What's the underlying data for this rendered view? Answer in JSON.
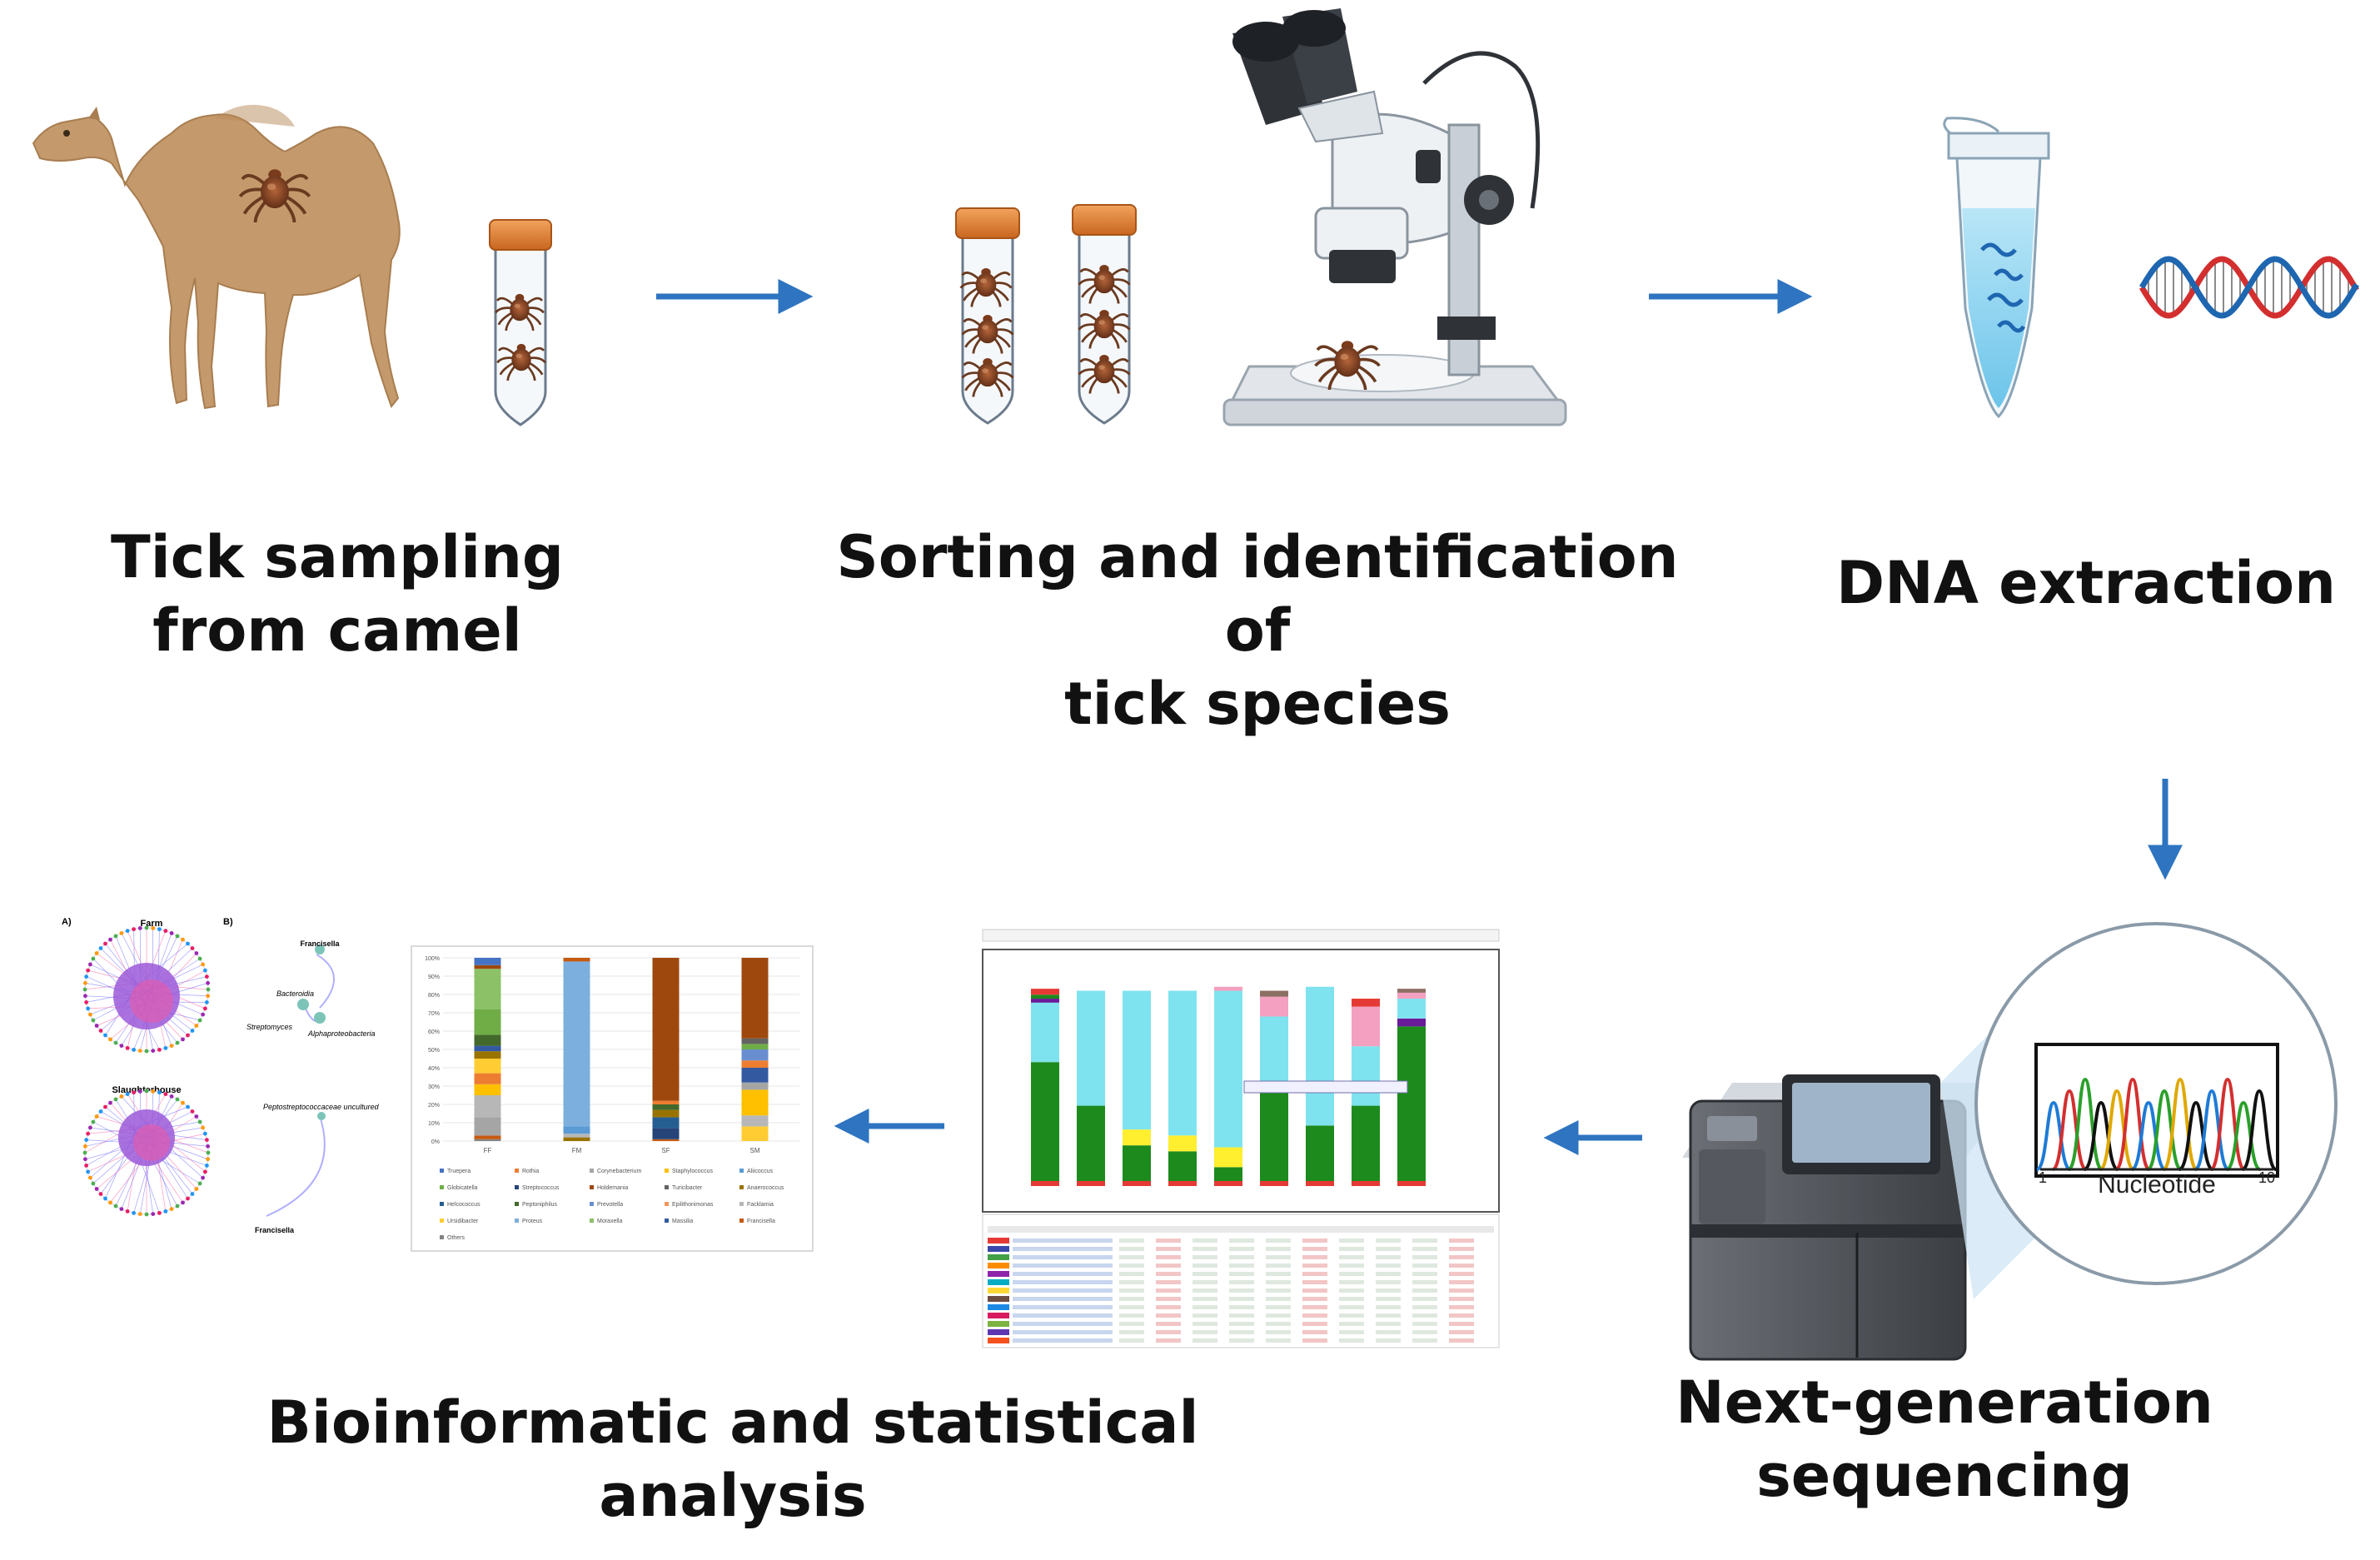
{
  "colors": {
    "arrow": "#2e74c0",
    "camel": "#c49a6c",
    "tube_cap": "#e07c2c",
    "dna_red": "#d32f2f",
    "dna_blue": "#1e66b0",
    "tube_liquid": "#8fd4f0",
    "seq_green": "#1d8a1d",
    "seq_cyan": "#7fe3ef"
  },
  "steps": [
    {
      "line1": "Tick sampling",
      "line2": "from camel"
    },
    {
      "line1": "Sorting and identification of",
      "line2": "tick species"
    },
    {
      "line1": "DNA extraction",
      "line2": ""
    },
    {
      "line1": "Next-generation",
      "line2": "sequencing"
    },
    {
      "line1": "Bioinformatic and statistical",
      "line2": "analysis"
    }
  ],
  "sequencer": {
    "axis_label": "Nucleotide",
    "tick_start": "1",
    "tick_end": "10"
  },
  "network": {
    "panel_a": "A)",
    "panel_b": "B)",
    "farm": "Farm",
    "slaughterhouse": "Slaughterhouse",
    "nodes": [
      "Francisella",
      "Bacteroidia",
      "Streptomyces",
      "Alphaproteobacteria",
      "Peptostreptococcaceae uncultured",
      "Francisella"
    ]
  },
  "stacked_bar_chart": {
    "categories": [
      "FF",
      "FM",
      "SF",
      "SM"
    ],
    "y_ticks": [
      "100%",
      "90%",
      "80%",
      "70%",
      "60%",
      "50%",
      "40%",
      "30%",
      "20%",
      "10%",
      "0%"
    ],
    "legend": [
      {
        "name": "Truepera",
        "color": "#4472c4"
      },
      {
        "name": "Rothia",
        "color": "#ed7d31"
      },
      {
        "name": "Corynebacterium",
        "color": "#a5a5a5"
      },
      {
        "name": "Staphylococcus",
        "color": "#ffc000"
      },
      {
        "name": "Aliicoccus",
        "color": "#5b9bd5"
      },
      {
        "name": "Globicatella",
        "color": "#70ad47"
      },
      {
        "name": "Streptococcus",
        "color": "#264478"
      },
      {
        "name": "Holdemania",
        "color": "#9e480e"
      },
      {
        "name": "Turicibacter",
        "color": "#636363"
      },
      {
        "name": "Anaerococcus",
        "color": "#997300"
      },
      {
        "name": "Helcococcus",
        "color": "#255e91"
      },
      {
        "name": "Peptoniphilus",
        "color": "#43682b"
      },
      {
        "name": "Prevotella",
        "color": "#698ed0"
      },
      {
        "name": "Epilithonimonas",
        "color": "#f1975a"
      },
      {
        "name": "Facklamia",
        "color": "#b7b7b7"
      },
      {
        "name": "Ursidibacter",
        "color": "#ffcd33"
      },
      {
        "name": "Proteus",
        "color": "#7cafdd"
      },
      {
        "name": "Moraxella",
        "color": "#8cc168"
      },
      {
        "name": "Massilia",
        "color": "#335aa1"
      },
      {
        "name": "Francisella",
        "color": "#c55a11"
      },
      {
        "name": "Others",
        "color": "#848484"
      }
    ]
  }
}
